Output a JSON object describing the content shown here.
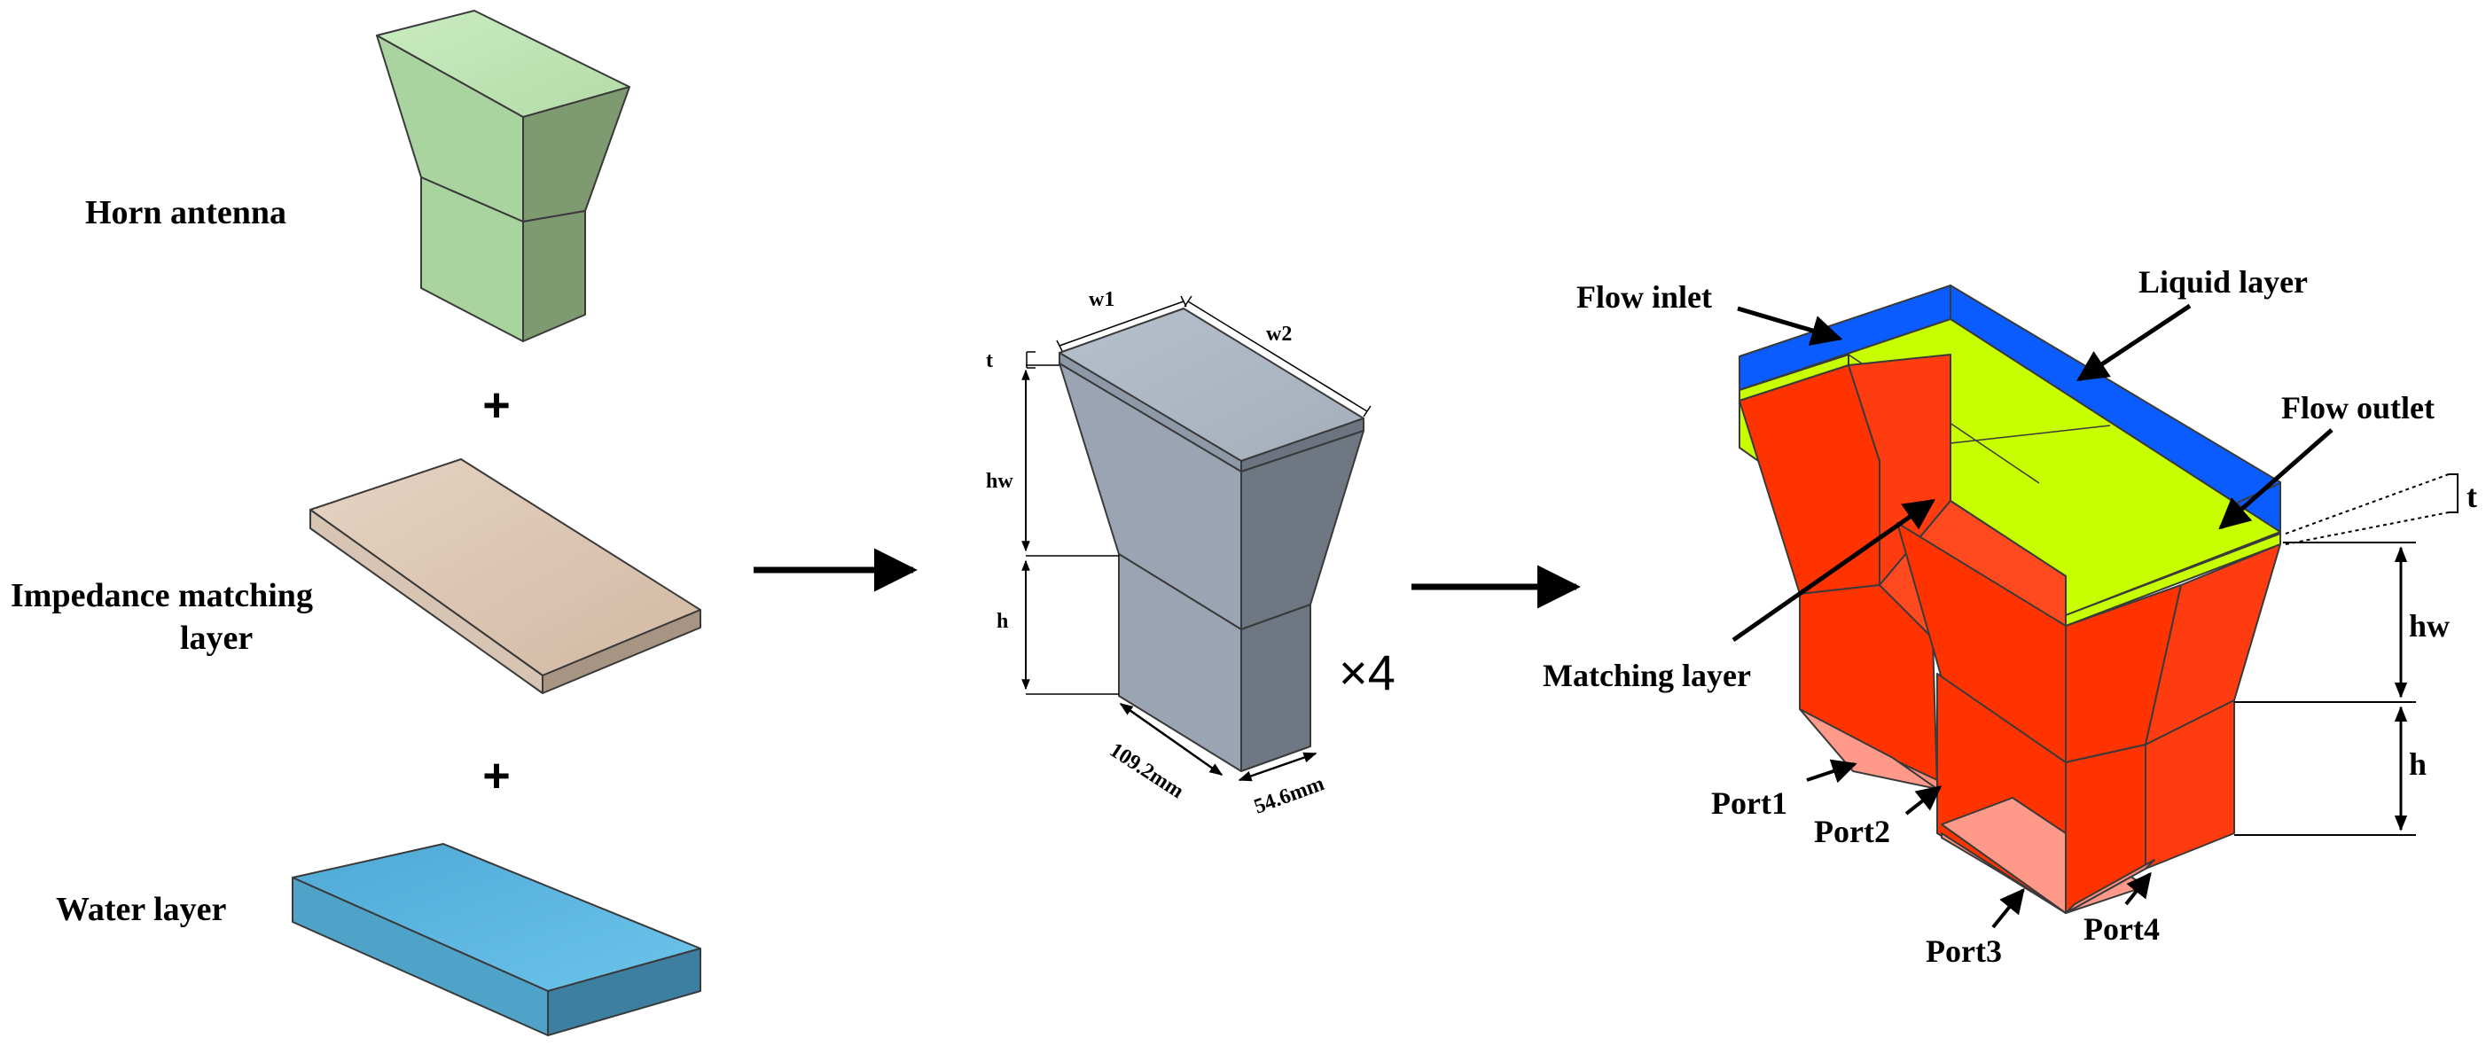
{
  "left_column": {
    "horn_label": "Horn antenna",
    "plus_1": "+",
    "impedance_label_line1": "Impedance matching",
    "impedance_label_line2": "layer",
    "plus_2": "+",
    "water_label": "Water layer"
  },
  "single_unit": {
    "w1": "w1",
    "w2": "w2",
    "t": "t",
    "hw": "hw",
    "h": "h",
    "dim_long": "109.2mm",
    "dim_short": "54.6mm",
    "multiplier": "×4"
  },
  "array": {
    "flow_inlet": "Flow inlet",
    "liquid_layer": "Liquid layer",
    "flow_outlet": "Flow outlet",
    "matching_layer": "Matching layer",
    "t": "t",
    "hw": "hw",
    "h": "h",
    "ports": [
      "Port1",
      "Port2",
      "Port3",
      "Port4"
    ]
  },
  "colors": {
    "horn_green": "#b4dca8",
    "matching_beige": "#d9c2ad",
    "water_blue": "#5ab4dc",
    "unit_gray": "#9aa4b2",
    "horn_red": "#ff3300",
    "liquid_yellow": "#c8ff00",
    "inlet_blue": "#0a5cff"
  }
}
